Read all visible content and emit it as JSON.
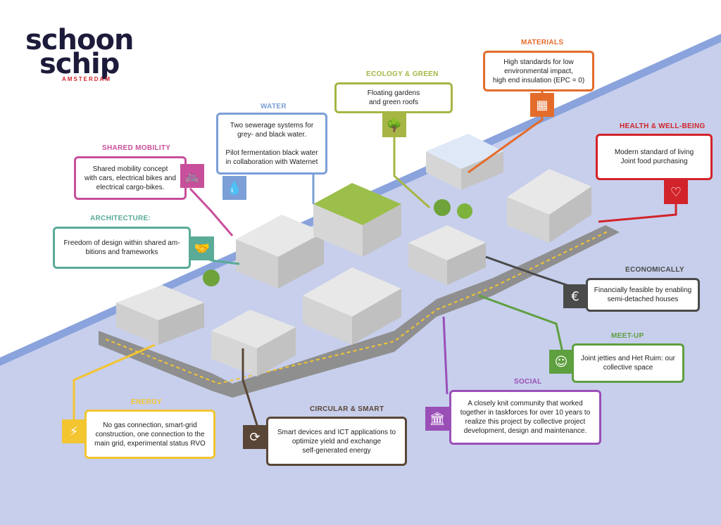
{
  "logo": {
    "line1": "schoon",
    "line2": "schip",
    "city": "AMSTERDAM"
  },
  "colors": {
    "water": "#c7cfec",
    "shore": "#8aa3dc",
    "road": "#8f8f8f",
    "mobility": "#c84f9b",
    "architecture": "#5aab98",
    "water_theme": "#7b9fd6",
    "ecology": "#a7b544",
    "materials": "#e36c2b",
    "health": "#d2232a",
    "economically": "#4a4a4a",
    "meetup": "#5e9f3f",
    "social": "#9a4fb7",
    "circular": "#5a4636",
    "energy": "#f2c531"
  },
  "themes": [
    {
      "key": "shared_mobility",
      "title": "SHARED MOBILITY",
      "text": "Shared mobility concept\nwith cars, electrical bikes and\nelectrical cargo-bikes.",
      "icon": "bike-icon"
    },
    {
      "key": "architecture",
      "title": "ARCHITECTURE:",
      "text": "Freedom of design within shared am-\nbitions and frameworks",
      "icon": "handshake-icon"
    },
    {
      "key": "water",
      "title": "WATER",
      "text": "Two sewerage systems for\ngrey- and black water.\n\nPilot fermentation black water\nin collaboration with Waternet",
      "icon": "water-drop-icon"
    },
    {
      "key": "ecology",
      "title": "ECOLOGY & GREEN",
      "text": "Floating gardens\nand green roofs",
      "icon": "tree-icon"
    },
    {
      "key": "materials",
      "title": "MATERIALS",
      "text": "High standards for low\nenvironmental impact,\nhigh end insulation (EPC = 0)",
      "icon": "brick-icon"
    },
    {
      "key": "health",
      "title": "HEALTH & WELL-BEING",
      "text": "Modern standard of living\nJoint food purchasing",
      "icon": "heart-pulse-icon"
    },
    {
      "key": "economically",
      "title": "ECONOMICALLY",
      "text": "Financially feasible by enabling\nsemi-detached houses",
      "icon": "euro-icon"
    },
    {
      "key": "meetup",
      "title": "MEET-UP",
      "text": "Joint jetties and Het Ruim: our\ncollective space",
      "icon": "people-icon"
    },
    {
      "key": "social",
      "title": "SOCIAL",
      "text": "A closely knit community that worked\ntogether in taskforces for over 10 years to\nrealize this project by collective project\ndevelopment, design and maintenance.",
      "icon": "building-icon"
    },
    {
      "key": "circular",
      "title": "CIRCULAR & SMART",
      "text": "Smart devices and ICT applications to\noptimize yield and exchange\nself-generated energy",
      "icon": "cycle-icon"
    },
    {
      "key": "energy",
      "title": "ENERGY",
      "text": "No gas connection, smart-grid\nconstruction, one connection to the\nmain grid, experimental status  RVO",
      "icon": "lightning-icon"
    }
  ],
  "icons": {
    "bike-icon": "🚲",
    "handshake-icon": "🤝",
    "water-drop-icon": "💧",
    "tree-icon": "🌳",
    "brick-icon": "▦",
    "heart-pulse-icon": "♡",
    "euro-icon": "€",
    "people-icon": "☺",
    "building-icon": "🏛",
    "cycle-icon": "⟳",
    "lightning-icon": "⚡"
  }
}
